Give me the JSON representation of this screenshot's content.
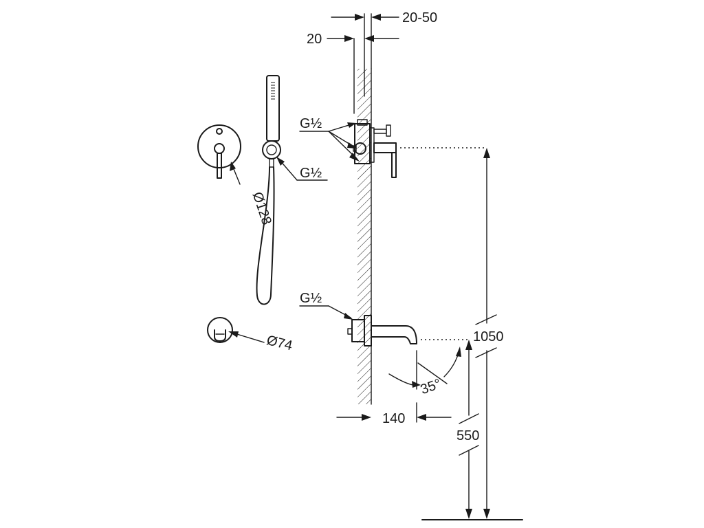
{
  "labels": {
    "gap_wall": "20-50",
    "wall_depth": "20",
    "thread_diverter": "G½",
    "thread_handshower": "G½",
    "thread_spout": "G½",
    "plate_diameter": "Ø128",
    "spout_plate_diameter": "Ø74",
    "spout_length": "140",
    "spout_angle": "35°",
    "height_mixer": "1050",
    "height_spout": "550"
  },
  "colors": {
    "ink": "#1a1a1a",
    "background": "#ffffff"
  }
}
